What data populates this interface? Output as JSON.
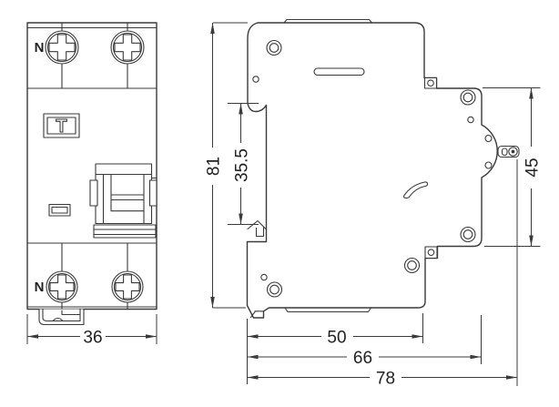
{
  "drawing": {
    "front_view": {
      "top_terminal_label": "N",
      "bottom_terminal_label": "N",
      "test_button_label": "T",
      "dim_width": "36"
    },
    "side_view": {
      "dim_height": "81",
      "dim_din_channel": "35.5",
      "dim_front_height": "45",
      "dim_depth_front": "50",
      "dim_depth_mid": "66",
      "dim_depth_total": "78"
    },
    "colors": {
      "line": "#3a3a3a",
      "background": "#ffffff"
    }
  }
}
